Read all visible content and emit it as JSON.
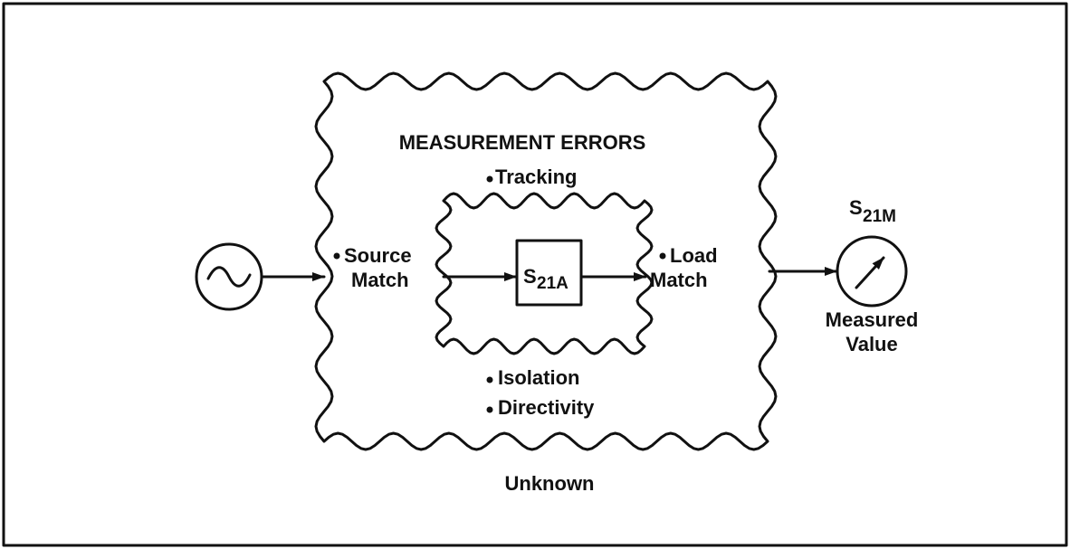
{
  "diagram": {
    "outer_heading": "MEASUREMENT ERRORS",
    "outer_footer": "Unknown",
    "errors": {
      "tracking": "Tracking",
      "source_match_1": "Source",
      "source_match_2": "Match",
      "load_match_1": "Load",
      "load_match_2": "Match",
      "isolation": "Isolation",
      "directivity": "Directivity"
    },
    "dut": {
      "symbol": "S",
      "subscript": "21A"
    },
    "meter": {
      "symbol": "S",
      "subscript": "21M",
      "caption_1": "Measured",
      "caption_2": "Value"
    },
    "source_icon": "sine-wave-source-icon",
    "meter_icon": "meter-needle-icon"
  }
}
